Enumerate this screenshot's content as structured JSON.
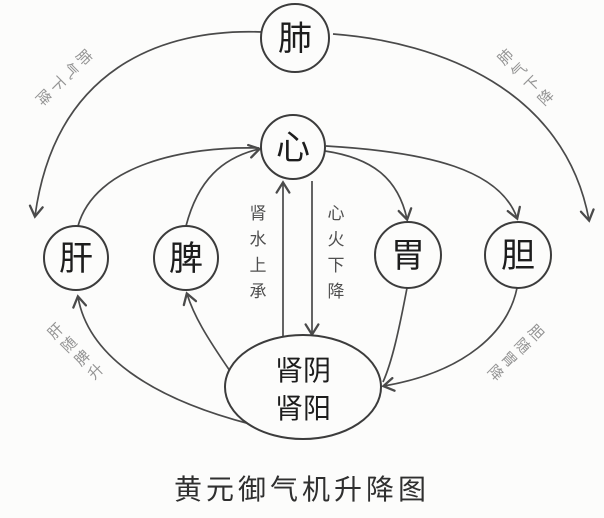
{
  "diagram": {
    "title": "黄元御气机升降图",
    "nodes": {
      "lung": "肺",
      "heart": "心",
      "liver": "肝",
      "spleen": "脾",
      "stomach": "胃",
      "gallbladder": "胆",
      "kidney_line1": "肾阴",
      "kidney_line2": "肾阳"
    },
    "edge_labels": {
      "lung_qi_descends_left": "肺气下降",
      "lung_qi_descends_right": "肺气下降",
      "kidney_water_ascends": "肾水上承",
      "heart_fire_descends": "心火下降",
      "liver_rises_with_spleen": "肝随脾升",
      "gallbladder_descends_with_stomach": "胆随胃降"
    },
    "colors": {
      "line": "#4a4a4a",
      "node_text": "#1d1d1d",
      "faint_label": "#949494",
      "background": "#fcfcfb"
    }
  }
}
